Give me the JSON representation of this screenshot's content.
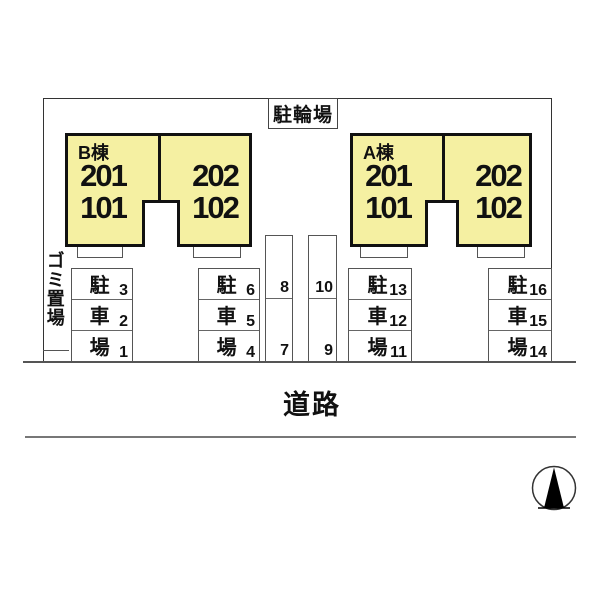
{
  "labels": {
    "bicycle_parking": "駐輪場",
    "garbage_area": "ゴミ置場",
    "road": "道路",
    "parking_chars": [
      "駐",
      "車",
      "場"
    ]
  },
  "buildings": [
    {
      "name": "B棟",
      "left_unit": [
        "201",
        "101"
      ],
      "right_unit": [
        "202",
        "102"
      ]
    },
    {
      "name": "A棟",
      "left_unit": [
        "201",
        "101"
      ],
      "right_unit": [
        "202",
        "102"
      ]
    }
  ],
  "parking_blocks": [
    {
      "spaces": [
        "3",
        "2",
        "1"
      ]
    },
    {
      "spaces": [
        "6",
        "5",
        "4"
      ]
    },
    {
      "spaces": [
        "13",
        "12",
        "11"
      ]
    },
    {
      "spaces": [
        "16",
        "15",
        "14"
      ]
    }
  ],
  "parking_strips": [
    {
      "spaces": [
        "8",
        "7"
      ]
    },
    {
      "spaces": [
        "10",
        "9"
      ]
    }
  ],
  "colors": {
    "building_fill": "#F5F0A2",
    "building_outline": "#111111",
    "line": "#555555",
    "background": "#FFFFFF"
  }
}
